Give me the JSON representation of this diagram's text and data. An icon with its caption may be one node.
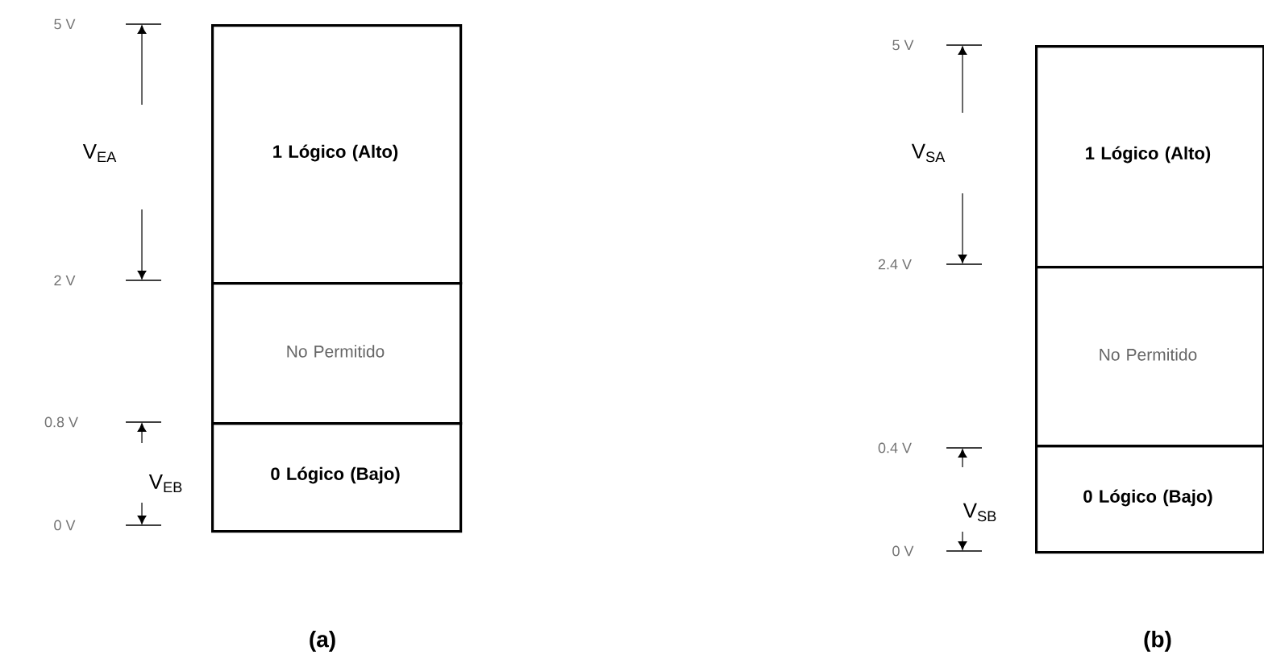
{
  "diagram": {
    "nodes": [
      {
        "text": [
          "1 Lógico (Alto)"
        ]
      },
      {
        "text": [
          "No Permitido"
        ]
      },
      {
        "text": [
          "0 Lógico (Bajo)"
        ]
      },
      {
        "text": [
          "1 Lógico (Alto)"
        ]
      },
      {
        "text": [
          "No Permitido"
        ]
      },
      {
        "text": [
          "0 Lógico (Bajo)"
        ]
      }
    ],
    "labels": [
      "5 V",
      "V$_{EA}$",
      "2 V",
      "0.8 V",
      "V$_{EB}$",
      "0 V",
      "5 V",
      "V$_{SA}$",
      "2.4 V",
      "0.4 V",
      "V$_{SB}$",
      "0 V",
      "(a)",
      "(b)"
    ]
  }
}
